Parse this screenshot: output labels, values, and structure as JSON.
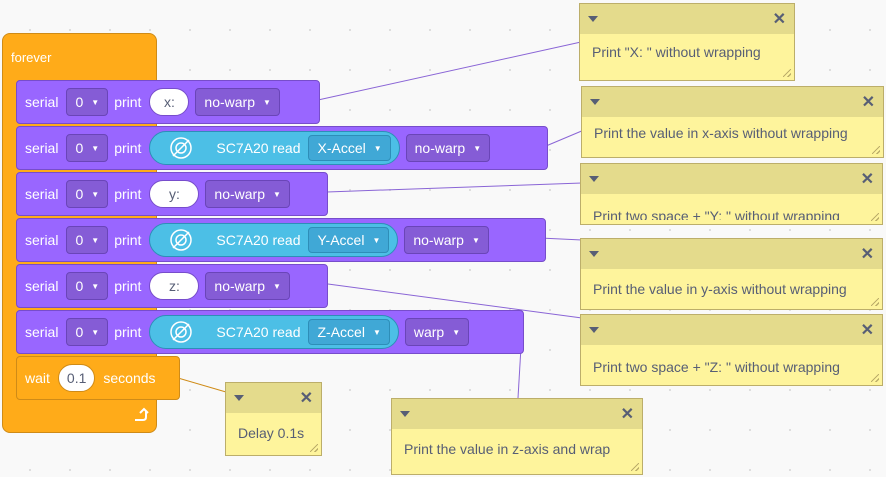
{
  "forever_label": "forever",
  "serial_blocks": [
    {
      "serial": "serial",
      "port": "0",
      "print": "print",
      "text": "x:",
      "mode": "no-warp"
    },
    {
      "serial": "serial",
      "port": "0",
      "print": "print",
      "sensor_label": "SC7A20 read",
      "axis": "X-Accel",
      "mode": "no-warp"
    },
    {
      "serial": "serial",
      "port": "0",
      "print": "print",
      "text": "y:",
      "mode": "no-warp"
    },
    {
      "serial": "serial",
      "port": "0",
      "print": "print",
      "sensor_label": "SC7A20 read",
      "axis": "Y-Accel",
      "mode": "no-warp"
    },
    {
      "serial": "serial",
      "port": "0",
      "print": "print",
      "text": "z:",
      "mode": "no-warp"
    },
    {
      "serial": "serial",
      "port": "0",
      "print": "print",
      "sensor_label": "SC7A20 read",
      "axis": "Z-Accel",
      "mode": "warp"
    }
  ],
  "wait": {
    "label": "wait",
    "value": "0.1",
    "unit": "seconds"
  },
  "comments": [
    {
      "text": "Print \"X:  \" without wrapping"
    },
    {
      "text": "Print the value in x-axis without wrapping"
    },
    {
      "text": "Print two space + \"Y:  \" without wrapping"
    },
    {
      "text": "Print the value in y-axis without wrapping"
    },
    {
      "text": "Print two space + \"Z:  \" without wrapping"
    },
    {
      "text": "Print the value in z-axis and wrap"
    },
    {
      "text": "Delay 0.1s"
    }
  ],
  "icons": {
    "dropdown": "chevron-down-icon",
    "close": "close-icon",
    "sensor": "accelerometer-icon",
    "loop": "loop-arrow-icon"
  },
  "colors": {
    "motion_purple": "#9966ff",
    "control_orange": "#ffab19",
    "sensor_blue": "#4cbfe6",
    "comment_yellow": "#fef49c"
  }
}
